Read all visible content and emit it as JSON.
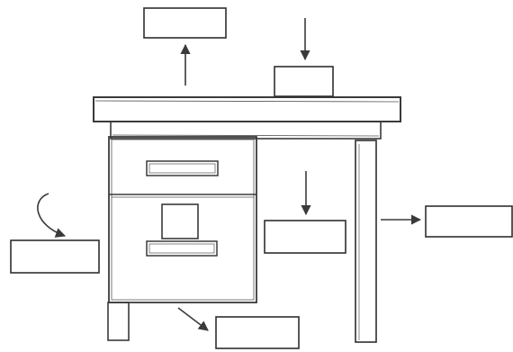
{
  "figure": {
    "subject": "desk",
    "label_boxes": [
      {
        "id": "top-left-label",
        "text": ""
      },
      {
        "id": "top-center-label",
        "text": ""
      },
      {
        "id": "left-label",
        "text": ""
      },
      {
        "id": "center-label",
        "text": ""
      },
      {
        "id": "right-label",
        "text": ""
      },
      {
        "id": "bottom-label",
        "text": ""
      }
    ]
  },
  "colors": {
    "line": "#3a3a3a",
    "background": "#ffffff"
  }
}
